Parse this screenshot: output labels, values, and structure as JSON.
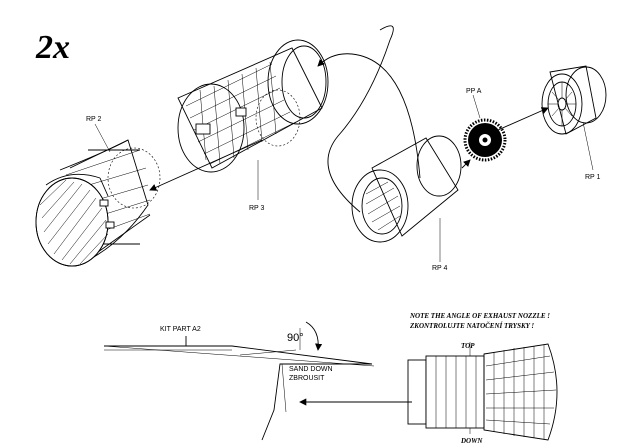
{
  "title": "2x",
  "parts": {
    "rp1": "RP 1",
    "rp2": "RP 2",
    "rp3": "RP 3",
    "rp4": "RP 4",
    "ppa": "PP A"
  },
  "section": {
    "kit_part": "KIT PART A2",
    "angle": "90°",
    "sand_down": "SAND DOWN",
    "zbrousit": "ZBROUSIT",
    "top": "TOP",
    "down": "DOWN",
    "note_en": "NOTE THE ANGLE OF EXHAUST NOZZLE !",
    "note_cz": "ZKONTROLUJTE NATOČENÍ TRYSKY !"
  },
  "colors": {
    "ink": "#000000",
    "paper": "#ffffff"
  }
}
